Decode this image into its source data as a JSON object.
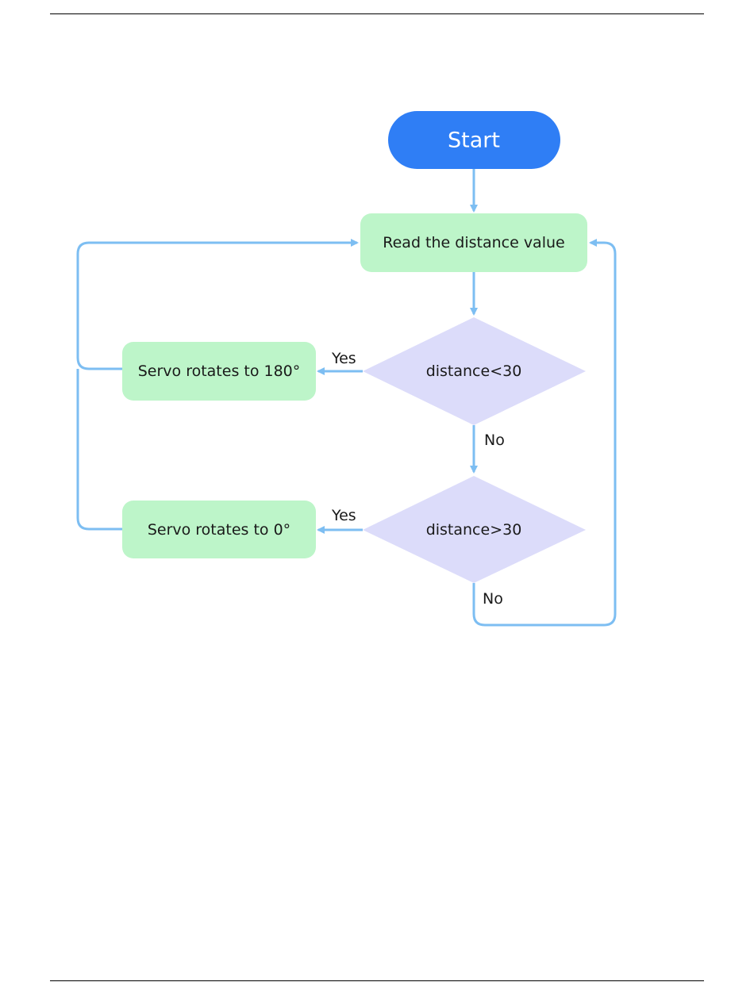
{
  "flowchart": {
    "nodes": {
      "start": "Start",
      "read": "Read the distance value",
      "decision_less": "distance<30",
      "servo_180": "Servo rotates to 180°",
      "decision_greater": "distance>30",
      "servo_0": "Servo rotates to 0°"
    },
    "edge_labels": {
      "less_yes": "Yes",
      "less_no": "No",
      "greater_yes": "Yes",
      "greater_no": "No"
    },
    "colors": {
      "start_fill": "#2f7ef5",
      "process_fill": "#bdf5c9",
      "decision_fill": "#dcdcfa",
      "connector": "#7dbef2"
    }
  }
}
